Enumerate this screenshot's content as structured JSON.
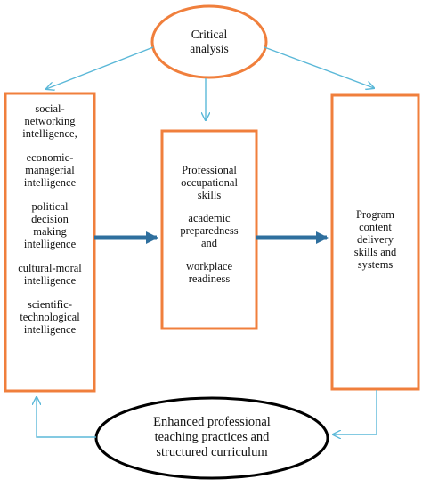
{
  "nodes": {
    "top": {
      "lines": [
        "Critical",
        "analysis"
      ]
    },
    "left": {
      "paragraphs": [
        [
          "social-",
          "networking",
          "intelligence,"
        ],
        [
          "economic-",
          "managerial",
          "intelligence"
        ],
        [
          "political",
          "decision",
          "making",
          "intelligence"
        ],
        [
          "cultural-moral",
          "intelligence"
        ],
        [
          "scientific-",
          "technological",
          "intelligence"
        ]
      ]
    },
    "middle": {
      "paragraphs": [
        [
          "Professional",
          "occupational",
          "skills"
        ],
        [
          "academic",
          "preparedness",
          "and"
        ],
        [
          "workplace",
          "readiness"
        ]
      ]
    },
    "right": {
      "paragraphs": [
        [
          "Program",
          "content",
          "delivery",
          "skills and",
          "systems"
        ]
      ]
    },
    "bottom": {
      "lines": [
        "Enhanced professional",
        "teaching practices and",
        "structured curriculum"
      ]
    }
  },
  "colors": {
    "box_border": "#f07f3c",
    "thin_arrow": "#5bb8d8",
    "thick_arrow": "#2e6f9e",
    "bottom_oval_border": "#000000"
  }
}
